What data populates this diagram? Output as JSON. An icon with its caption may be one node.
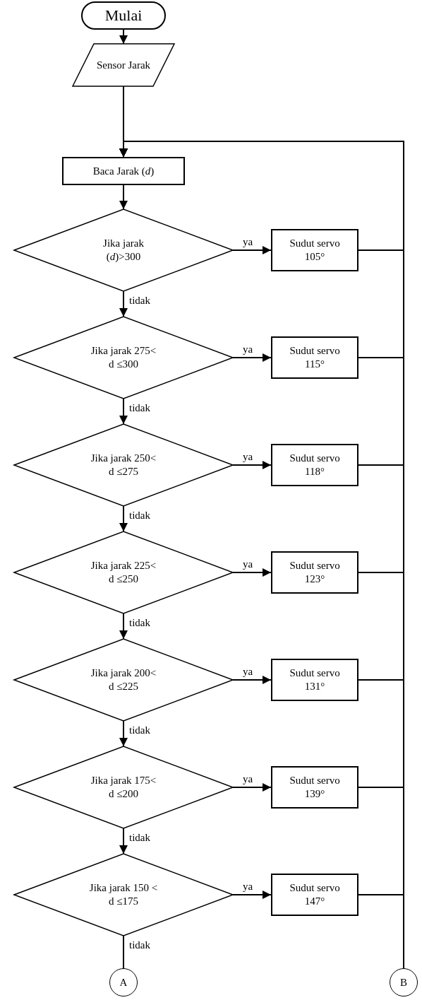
{
  "diagram": {
    "nodes": [
      {
        "text": [
          "Mulai"
        ]
      },
      {
        "text": [
          "Sensor Jarak"
        ]
      },
      {
        "text": [
          "Baca Jarak (*d*)"
        ]
      },
      {
        "text": [
          "Jika jarak (*d*)>300"
        ]
      },
      {
        "text": [
          "Sudut servo 105°"
        ]
      },
      {
        "text": [
          "Jika jarak 275< d ≤300"
        ]
      },
      {
        "text": [
          "Sudut servo 115°"
        ]
      },
      {
        "text": [
          "Jika jarak 250< d ≤275"
        ]
      },
      {
        "text": [
          "Sudut servo 118°"
        ]
      },
      {
        "text": [
          "Jika jarak 225< d ≤250"
        ]
      },
      {
        "text": [
          "Sudut servo 123°"
        ]
      },
      {
        "text": [
          "Jika jarak 200< d ≤225"
        ]
      },
      {
        "text": [
          "Sudut servo 131°"
        ]
      },
      {
        "text": [
          "Jika jarak 175< d ≤200"
        ]
      },
      {
        "text": [
          "Sudut servo 139°"
        ]
      },
      {
        "text": [
          "Jika jarak 150 < d ≤175"
        ]
      },
      {
        "text": [
          "Sudut servo 147°"
        ]
      },
      {
        "text": [
          "A"
        ]
      },
      {
        "text": [
          "B"
        ]
      }
    ],
    "edges": [
      {
        "from": 0,
        "to": 1,
        "arrow": "to"
      },
      {
        "from": 1,
        "to": 2,
        "arrow": "to"
      },
      {
        "from": 2,
        "to": 3,
        "arrow": "to"
      },
      {
        "from": 3,
        "to": 4,
        "label": "ya",
        "arrow": "to"
      },
      {
        "from": 3,
        "to": 5,
        "label": "tidak",
        "arrow": "to"
      },
      {
        "from": 5,
        "to": 6,
        "label": "ya",
        "arrow": "to"
      },
      {
        "from": 5,
        "to": 7,
        "label": "tidak",
        "arrow": "to"
      },
      {
        "from": 7,
        "to": 8,
        "label": "ya",
        "arrow": "to"
      },
      {
        "from": 7,
        "to": 9,
        "label": "tidak",
        "arrow": "to"
      },
      {
        "from": 9,
        "to": 10,
        "label": "ya",
        "arrow": "to"
      },
      {
        "from": 9,
        "to": 11,
        "label": "tidak",
        "arrow": "to"
      },
      {
        "from": 11,
        "to": 12,
        "label": "ya",
        "arrow": "to"
      },
      {
        "from": 11,
        "to": 13,
        "label": "tidak",
        "arrow": "to"
      },
      {
        "from": 13,
        "to": 14,
        "label": "ya",
        "arrow": "to"
      },
      {
        "from": 13,
        "to": 15,
        "label": "tidak",
        "arrow": "to"
      },
      {
        "from": 15,
        "to": 16,
        "label": "ya",
        "arrow": "to"
      },
      {
        "from": 15,
        "to": 17,
        "label": "tidak",
        "arrow": "none"
      },
      {
        "from": 4,
        "to": 2,
        "arrow": "to"
      },
      {
        "from": 6,
        "to": 2,
        "arrow": "to"
      },
      {
        "from": 8,
        "to": 2,
        "arrow": "to"
      },
      {
        "from": 10,
        "to": 2,
        "arrow": "to"
      },
      {
        "from": 12,
        "to": 2,
        "arrow": "to"
      },
      {
        "from": 14,
        "to": 2,
        "arrow": "to"
      },
      {
        "from": 16,
        "to": 2,
        "arrow": "to"
      },
      {
        "from": 18,
        "to": 2,
        "arrow": "to"
      }
    ]
  }
}
